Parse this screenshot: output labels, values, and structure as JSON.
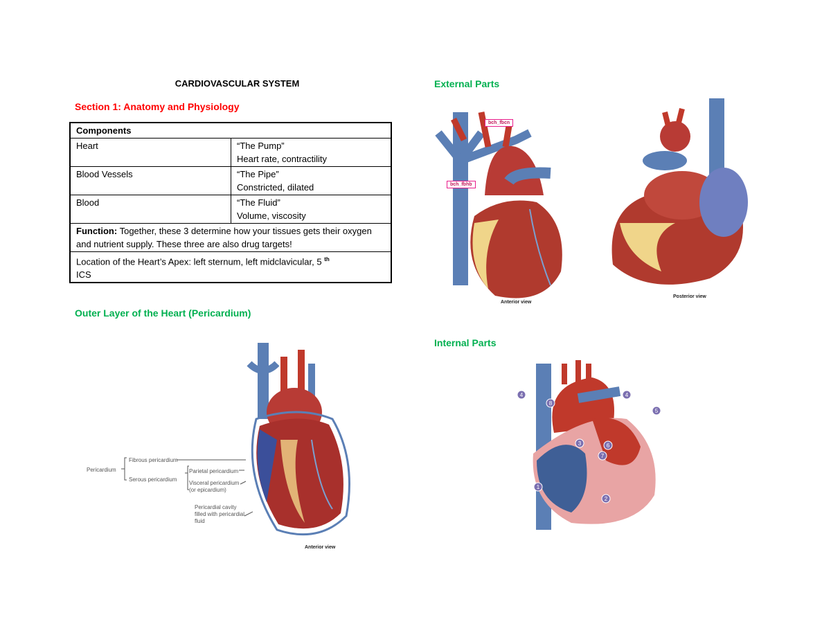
{
  "title": "CARDIOVASCULAR SYSTEM",
  "section1": "Section 1: Anatomy and Physiology",
  "table": {
    "header": "Components",
    "rows": [
      {
        "name": "Heart",
        "nickname": "“The Pump”",
        "detail": "Heart rate, contractility"
      },
      {
        "name": "Blood Vessels",
        "nickname": "“The Pipe”",
        "detail": "Constricted, dilated"
      },
      {
        "name": "Blood",
        "nickname": "“The Fluid”",
        "detail": "Volume, viscosity"
      }
    ],
    "function_label": "Function:",
    "function_text": " Together, these 3 determine how your tissues gets their oxygen and nutrient supply. These three are also drug targets!",
    "location_text": "Location of the Heart’s Apex: left sternum, left midclavicular, 5",
    "location_sup": "th",
    "location_end": "ICS"
  },
  "outer_heading": "Outer Layer of the Heart (Pericardium)",
  "pericardium_figure": {
    "pericardium": "Pericardium",
    "fibrous": "Fibrous pericardium",
    "serous": "Serous pericardium",
    "parietal": "Parietal pericardium",
    "visceral": "Visceral pericardium",
    "visceral2": "(or epicardium)",
    "cavity1": "Pericardial cavity",
    "cavity2": "filled with pericardial",
    "cavity3": "fluid",
    "caption": "Anterior view"
  },
  "external_heading": "External Parts",
  "external_figure": {
    "tag1": "bch_fbcn",
    "tag2": "bch_fbhb",
    "caption_anterior": "Anterior view",
    "caption_posterior": "Posterior view"
  },
  "internal_heading": "Internal Parts",
  "internal_figure": {
    "markers": [
      "1",
      "2",
      "3",
      "4",
      "4",
      "5",
      "6",
      "7",
      "8"
    ]
  },
  "colors": {
    "red_heading": "#ff0000",
    "green_heading": "#00b050",
    "artery": "#c0392b",
    "vein": "#5b7fb5",
    "fat": "#f0d58a"
  }
}
